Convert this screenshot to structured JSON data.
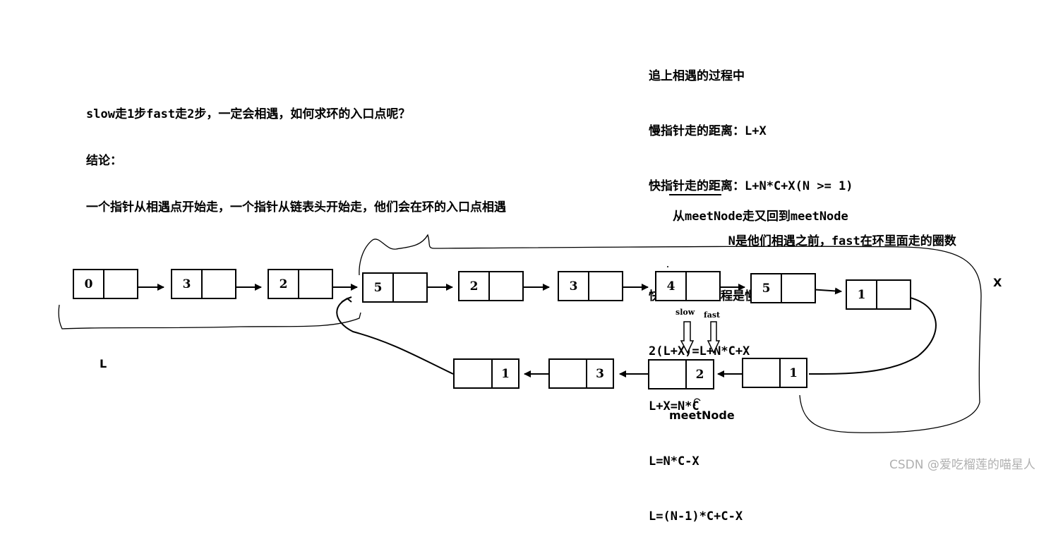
{
  "top_text": {
    "question": "slow走1步fast走2步，一定会相遇，如何求环的入口点呢？",
    "conclusion_label": "结论：",
    "conclusion": "一个指针从相遇点开始走，一个指针从链表头开始走，他们会在环的入口点相遇"
  },
  "derivation": {
    "lines": [
      "追上相遇的过程中",
      "慢指针走的距离：L+X",
      "快指针走的距离：L+N*C+X(N >= 1)",
      "           N是他们相遇之前，fast在环里面走的圈数",
      "快指针走的路程是慢指针的2倍",
      "2(L+X)=L+N*C+X",
      "L+X=N*C",
      "L=N*C-X",
      "L=(N-1)*C+C-X"
    ],
    "note": "从meetNode走又回到meetNode"
  },
  "top_row": [
    "0",
    "3",
    "2",
    "5",
    "2",
    "3",
    "4",
    "5",
    "1"
  ],
  "bottom_row": [
    "1",
    "3",
    "2",
    "1"
  ],
  "labels": {
    "L": "L",
    "X": "X",
    "slow": "slow",
    "fast": "fast",
    "meetNode": "meetNode"
  },
  "watermark": "CSDN @爱吃榴莲的喵星人"
}
